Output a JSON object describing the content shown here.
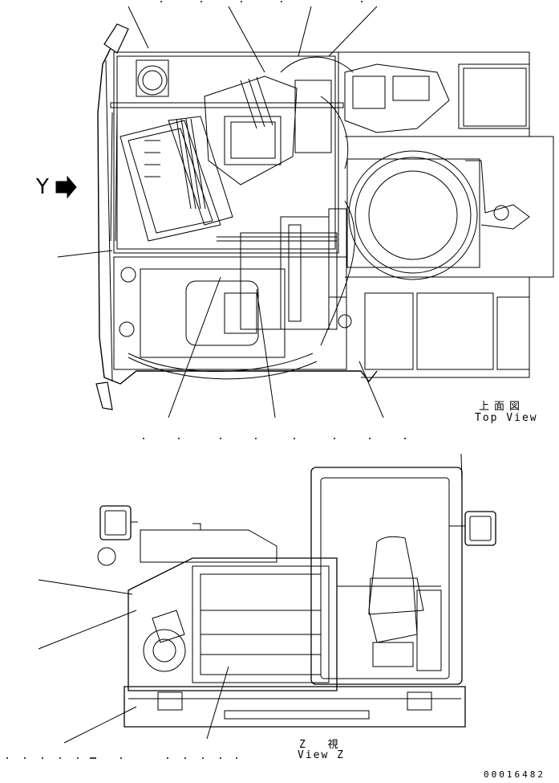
{
  "view_marker": {
    "label": "Y"
  },
  "top_view": {
    "title_jp": "上面図",
    "title_en": "Top View"
  },
  "side_view": {
    "title_jp": "Z 視",
    "title_en": "View Z"
  },
  "drawing_number": "00016482"
}
